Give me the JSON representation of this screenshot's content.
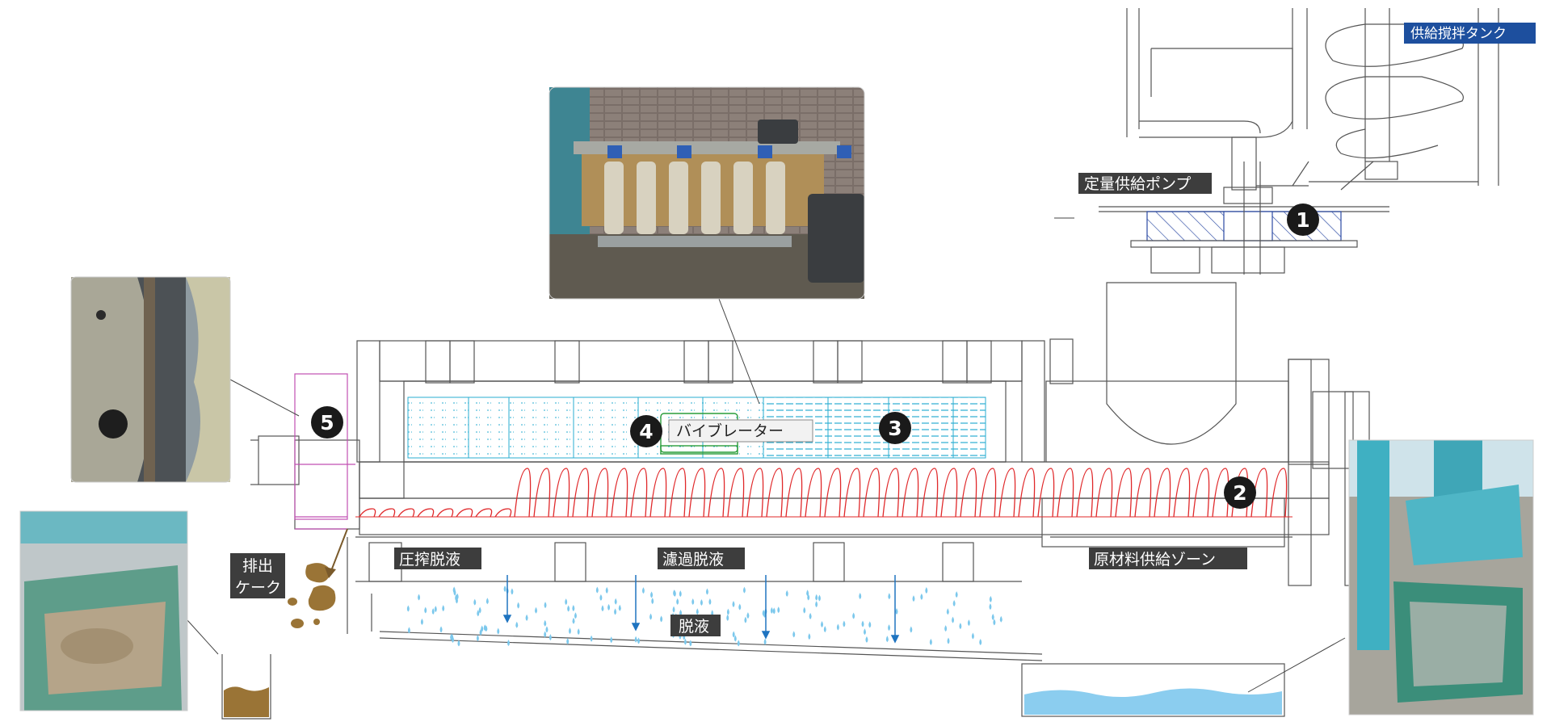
{
  "labels": {
    "supply_tank": "供給撹拌タンク",
    "metering_pump": "定量供給ポンプ",
    "vibrator": "バイブレーター",
    "press_filtrate": "圧搾脱液",
    "filter_filtrate": "濾過脱液",
    "raw_material_zone": "原材料供給ゾーン",
    "discharge_line1": "排出",
    "discharge_line2": "ケーク",
    "filtrate": "脱液"
  },
  "markers": [
    "1",
    "2",
    "3",
    "4",
    "5"
  ],
  "colors": {
    "label_dark": "#3d3d3d",
    "label_blue": "#1d4f9e",
    "screw": "#e0282a",
    "filter_cyan": "#2aaed2",
    "cake": "#9a7436",
    "water": "#7cc8ec",
    "frame_magenta": "#c04fb2",
    "vibrator_green": "#2a9d3a"
  },
  "photos": [
    {
      "name": "photo-vibrator-filter",
      "icon": "machine-photo"
    },
    {
      "name": "photo-discharge-ring",
      "icon": "metal-ring-photo"
    },
    {
      "name": "photo-cake-bin",
      "icon": "cake-bin-photo"
    },
    {
      "name": "photo-filtrate-tray",
      "icon": "filtrate-tray-photo"
    }
  ]
}
